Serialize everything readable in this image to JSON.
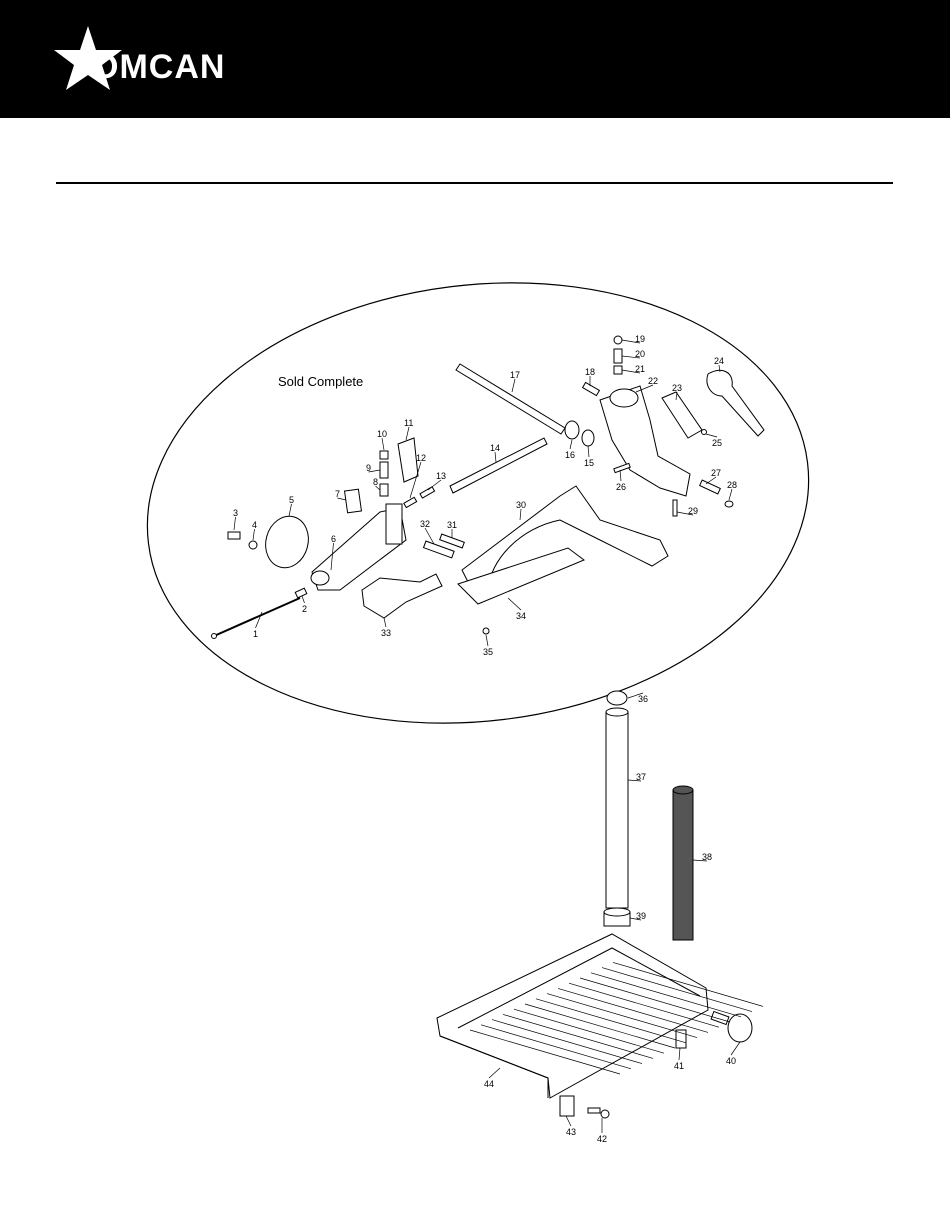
{
  "brand": {
    "name": "OMCAN"
  },
  "diagram": {
    "group_caption": "Sold Complete",
    "parts": [
      {
        "n": "1"
      },
      {
        "n": "2"
      },
      {
        "n": "3"
      },
      {
        "n": "4"
      },
      {
        "n": "5"
      },
      {
        "n": "6"
      },
      {
        "n": "7"
      },
      {
        "n": "8"
      },
      {
        "n": "9"
      },
      {
        "n": "10"
      },
      {
        "n": "11"
      },
      {
        "n": "12"
      },
      {
        "n": "13"
      },
      {
        "n": "14"
      },
      {
        "n": "15"
      },
      {
        "n": "16"
      },
      {
        "n": "17"
      },
      {
        "n": "18"
      },
      {
        "n": "19"
      },
      {
        "n": "20"
      },
      {
        "n": "21"
      },
      {
        "n": "22"
      },
      {
        "n": "23"
      },
      {
        "n": "24"
      },
      {
        "n": "25"
      },
      {
        "n": "26"
      },
      {
        "n": "27"
      },
      {
        "n": "28"
      },
      {
        "n": "29"
      },
      {
        "n": "30"
      },
      {
        "n": "31"
      },
      {
        "n": "32"
      },
      {
        "n": "33"
      },
      {
        "n": "34"
      },
      {
        "n": "35"
      },
      {
        "n": "36"
      },
      {
        "n": "37"
      },
      {
        "n": "38"
      },
      {
        "n": "39"
      },
      {
        "n": "40"
      },
      {
        "n": "41"
      },
      {
        "n": "42"
      },
      {
        "n": "43"
      },
      {
        "n": "44"
      }
    ]
  },
  "colors": {
    "header_bg": "#000000",
    "logo": "#ffffff",
    "line": "#000000"
  }
}
